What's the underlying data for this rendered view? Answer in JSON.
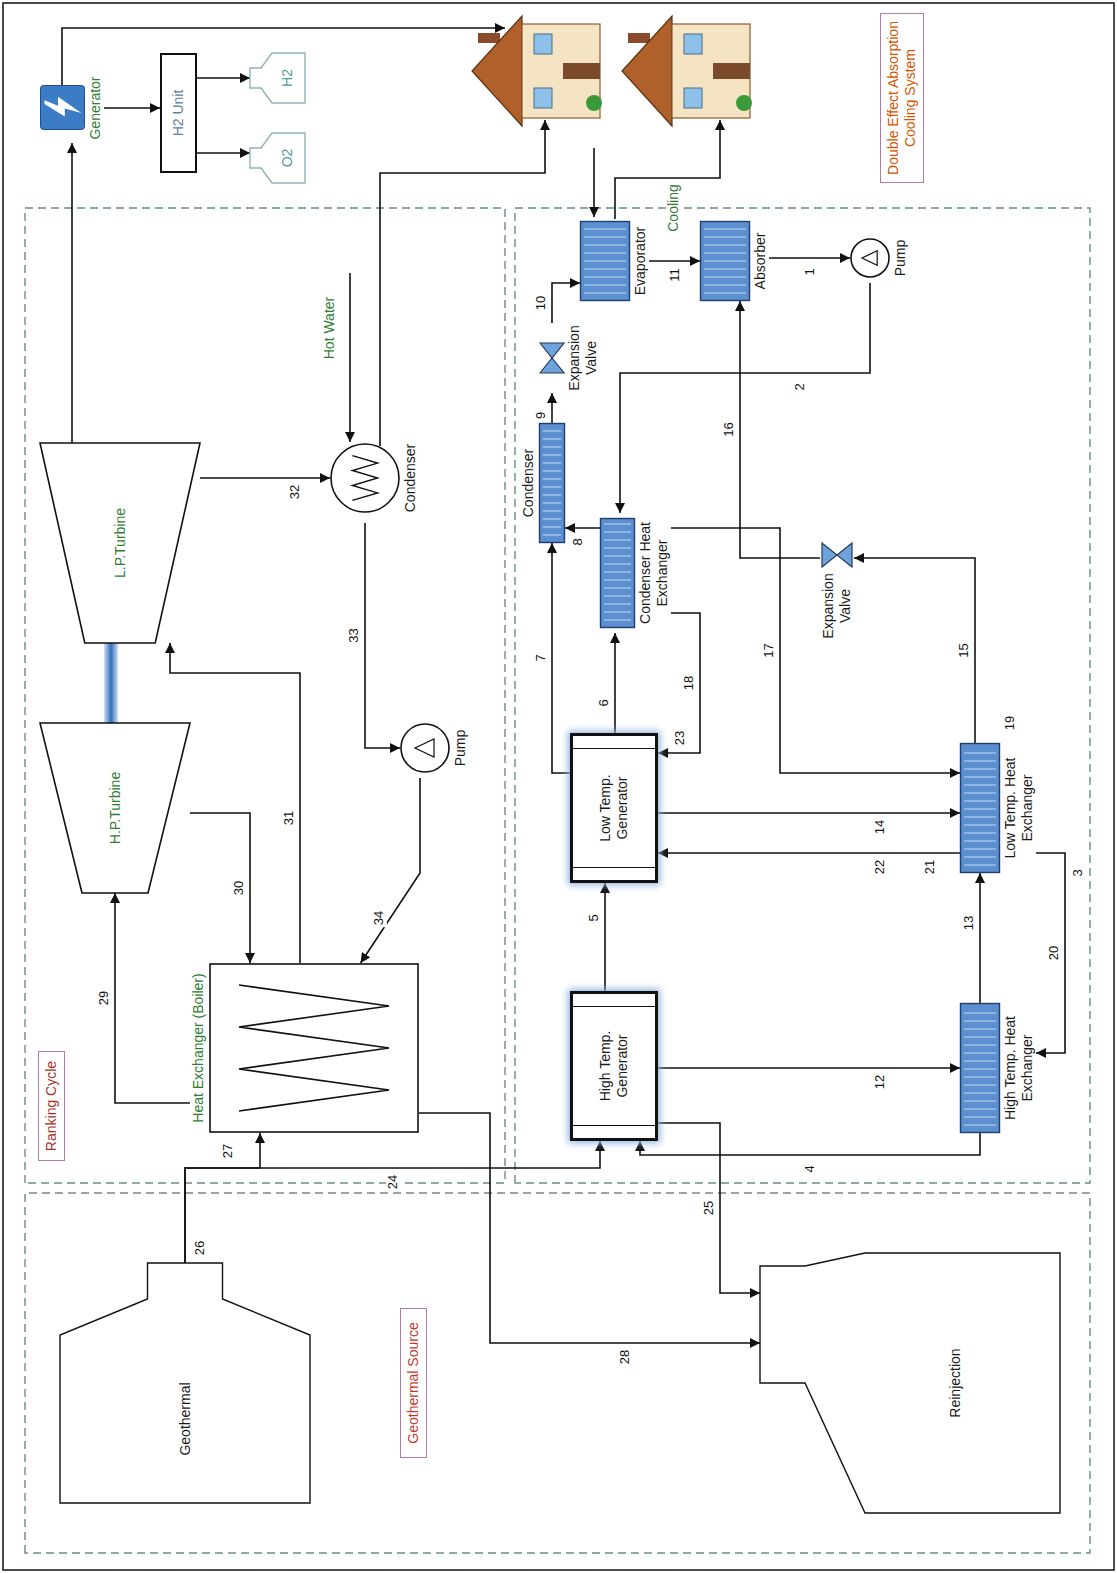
{
  "diagram": {
    "nodes": [
      {
        "text": [
          "Geothermal"
        ]
      },
      {
        "text": [
          "Geothermal Source"
        ]
      },
      {
        "text": [
          "Reinjection"
        ]
      },
      {
        "text": [
          "Ranking Cycle"
        ]
      },
      {
        "text": [
          "Heat Exchanger (Boiler)"
        ]
      },
      {
        "text": [
          "H.P.Turbine"
        ]
      },
      {
        "text": [
          "L.P.Turbine"
        ]
      },
      {
        "text": [
          "Condenser"
        ]
      },
      {
        "text": [
          "Pump"
        ]
      },
      {
        "text": [
          "Generator"
        ]
      },
      {
        "text": [
          "H2 Unit"
        ]
      },
      {
        "text": [
          "O2"
        ]
      },
      {
        "text": [
          "H2"
        ]
      },
      {
        "text": [
          "High Temp. Generator"
        ]
      },
      {
        "text": [
          "Low Temp. Generator"
        ]
      },
      {
        "text": [
          "High Temp. Heat Exchanger"
        ]
      },
      {
        "text": [
          "Low Temp. Heat Exchanger"
        ]
      },
      {
        "text": [
          "Condenser Heat Exchanger"
        ]
      },
      {
        "text": [
          "Condenser"
        ]
      },
      {
        "text": [
          "Expansion Valve"
        ]
      },
      {
        "text": [
          "Evaporator"
        ]
      },
      {
        "text": [
          "Absorber"
        ]
      },
      {
        "text": [
          "Pump"
        ]
      },
      {
        "text": [
          "Expansion Valve"
        ]
      },
      {
        "text": [
          "Double Effect Absorption Cooling System"
        ]
      }
    ],
    "edges": [
      {
        "from": 0,
        "to": 4,
        "arrow": "to",
        "label": "27"
      },
      {
        "from": 0,
        "to": 13,
        "arrow": "to",
        "label": "24"
      },
      {
        "from": 4,
        "to": 2,
        "arrow": "to",
        "label": "28"
      },
      {
        "from": 13,
        "to": 2,
        "arrow": "to",
        "label": "25"
      },
      {
        "from": 4,
        "to": 5,
        "arrow": "to",
        "label": "29"
      },
      {
        "from": 5,
        "to": 4,
        "arrow": "to",
        "label": "30"
      },
      {
        "from": 4,
        "to": 6,
        "arrow": "to",
        "label": "31"
      },
      {
        "from": 6,
        "to": 7,
        "arrow": "to",
        "label": "32"
      },
      {
        "from": 7,
        "to": 8,
        "arrow": "to",
        "label": "33"
      },
      {
        "from": 8,
        "to": 4,
        "arrow": "to",
        "label": "34"
      },
      {
        "from": 6,
        "to": 9,
        "arrow": "to"
      },
      {
        "from": 9,
        "to": 10,
        "arrow": "to"
      },
      {
        "from": 10,
        "to": 11,
        "arrow": "to"
      },
      {
        "from": 10,
        "to": 12,
        "arrow": "to"
      },
      {
        "from": 21,
        "to": 22,
        "arrow": "to",
        "label": "1"
      },
      {
        "from": 22,
        "to": 17,
        "arrow": "to",
        "label": "2"
      },
      {
        "from": 15,
        "to": 13,
        "arrow": "to",
        "label": "4"
      },
      {
        "from": 13,
        "to": 14,
        "arrow": "to",
        "label": "5"
      },
      {
        "from": 14,
        "to": 17,
        "arrow": "to",
        "label": "6"
      },
      {
        "from": 14,
        "to": 18,
        "arrow": "to",
        "label": "7"
      },
      {
        "from": 17,
        "to": 18,
        "arrow": "to",
        "label": "8"
      },
      {
        "from": 18,
        "to": 19,
        "arrow": "to",
        "label": "9"
      },
      {
        "from": 19,
        "to": 20,
        "arrow": "to",
        "label": "10"
      },
      {
        "from": 20,
        "to": 21,
        "arrow": "to",
        "label": "11"
      },
      {
        "from": 13,
        "to": 15,
        "arrow": "to",
        "label": "12"
      },
      {
        "from": 15,
        "to": 16,
        "arrow": "to",
        "label": "13"
      },
      {
        "from": 14,
        "to": 16,
        "arrow": "to",
        "label": "14"
      },
      {
        "from": 16,
        "to": 23,
        "arrow": "to",
        "label": "15"
      },
      {
        "from": 23,
        "to": 21,
        "arrow": "to",
        "label": "16"
      },
      {
        "from": 17,
        "to": 16,
        "arrow": "to",
        "label": "17"
      },
      {
        "from": 17,
        "to": 14,
        "arrow": "to",
        "label": "18"
      },
      {
        "from": 16,
        "to": 15,
        "arrow": "to",
        "label": "20"
      },
      {
        "from": 16,
        "to": 14,
        "arrow": "to",
        "label": "22"
      }
    ],
    "labels": [
      "26",
      "3",
      "19",
      "21",
      "23",
      "Hot Water",
      "Cooling"
    ]
  }
}
